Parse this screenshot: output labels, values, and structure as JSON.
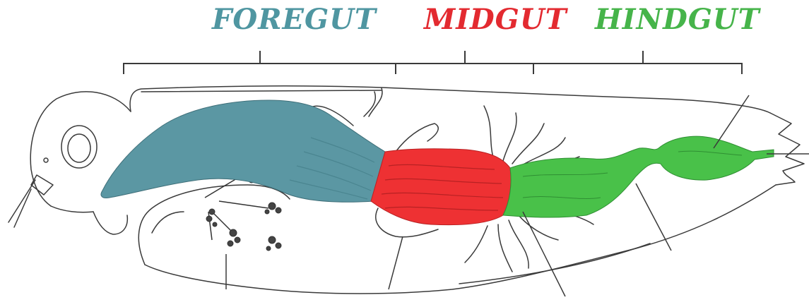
{
  "labels": {
    "foregut": "FOREGUT",
    "midgut": "MIDGUT",
    "hindgut": "HINDGUT"
  },
  "colors": {
    "foregut": "#5b97a3",
    "midgut": "#ee3133",
    "hindgut": "#49c149",
    "outline": "#3a3a3a"
  }
}
